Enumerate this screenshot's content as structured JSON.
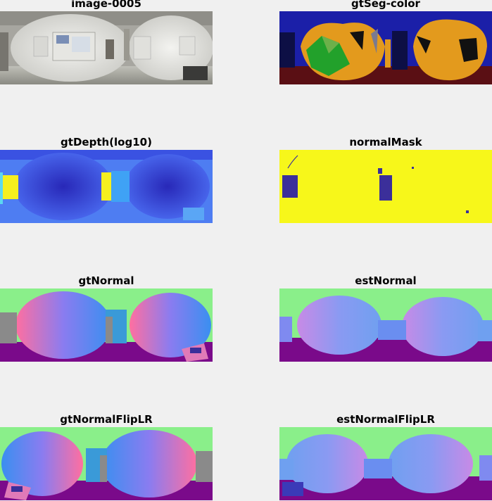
{
  "panels": [
    {
      "title": "image-0005"
    },
    {
      "title": "gtSeg-color"
    },
    {
      "title": "gtDepth(log10)"
    },
    {
      "title": "normalMask"
    },
    {
      "title": "gtNormal"
    },
    {
      "title": "estNormal"
    },
    {
      "title": "gtNormalFlipLR"
    },
    {
      "title": "estNormalFlipLR"
    }
  ],
  "colors": {
    "background": "#f0f0f0",
    "seg_orange": "#e39a1d",
    "seg_blue": "#1b1fa8",
    "seg_floor": "#5a0f14",
    "seg_green": "#22a12b",
    "depth_blue": "#3a4fe0",
    "depth_yellow": "#f5ef1f",
    "mask_yellow": "#f7f71a",
    "mask_indigo": "#3b2f9a",
    "normal_green": "#8aef8a",
    "normal_purple": "#7a0a8a"
  }
}
